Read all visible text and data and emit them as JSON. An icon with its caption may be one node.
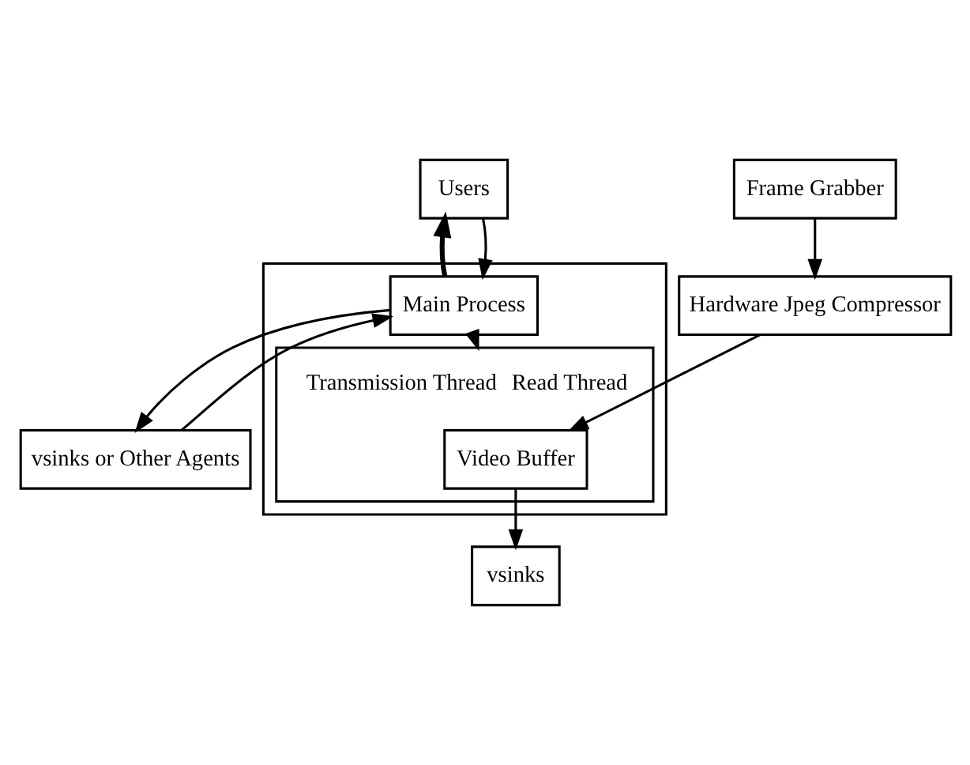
{
  "diagram": {
    "nodes": [
      {
        "text": [
          "Users"
        ]
      },
      {
        "text": [],
        "shape": "box"
      },
      {
        "text": [
          "vsinks or Other Agents"
        ]
      },
      {
        "text": [
          "Main Process"
        ],
        "in": 1
      },
      {
        "text": [
          "Transmission Thread",
          "Read Thread"
        ],
        "in": 1
      },
      {
        "text": [
          "Frame Grabber"
        ]
      },
      {
        "text": [
          "vsinks"
        ]
      },
      {
        "text": [
          "Video Buffer"
        ],
        "in": 4
      },
      {
        "text": [
          "Hardware Jpeg Compressor"
        ]
      }
    ],
    "edges": [
      {
        "from": 0,
        "to": 3,
        "arrow": "to"
      },
      {
        "from": 3,
        "to": 0,
        "arrow": "to",
        "style": "thick"
      },
      {
        "from": 2,
        "to": 3,
        "arrow": "to"
      },
      {
        "from": 3,
        "to": 2,
        "arrow": "to"
      },
      {
        "from": 3,
        "to": 4,
        "arrow": "to",
        "style": "dashed"
      },
      {
        "from": 5,
        "to": 8,
        "arrow": "to"
      },
      {
        "from": 8,
        "to": 7,
        "arrow": "to"
      },
      {
        "from": 7,
        "to": 6,
        "arrow": "to"
      }
    ]
  }
}
